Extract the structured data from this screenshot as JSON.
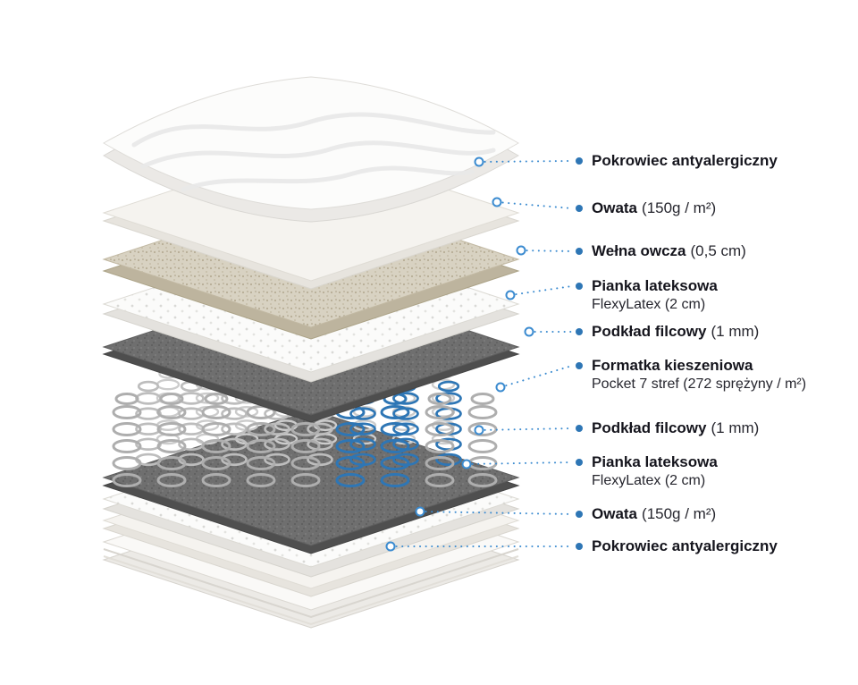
{
  "diagram": {
    "colors": {
      "accent": "#3b8bd0",
      "spring_highlight": "#2e76b5",
      "background": "#ffffff"
    },
    "labels": [
      {
        "name": "Pokrowiec antyalergiczny",
        "detail": "",
        "line2": ""
      },
      {
        "name": "Owata",
        "detail": "(150g / m²)",
        "line2": ""
      },
      {
        "name": "Wełna owcza",
        "detail": "(0,5 cm)",
        "line2": ""
      },
      {
        "name": "Pianka lateksowa",
        "detail": "",
        "line2": "FlexyLatex (2 cm)"
      },
      {
        "name": "Podkład filcowy",
        "detail": "(1 mm)",
        "line2": ""
      },
      {
        "name": "Formatka kieszeniowa",
        "detail": "",
        "line2": "Pocket 7 stref (272 sprężyny / m²)"
      },
      {
        "name": "Podkład filcowy",
        "detail": "(1 mm)",
        "line2": ""
      },
      {
        "name": "Pianka lateksowa",
        "detail": "",
        "line2": "FlexyLatex (2 cm)"
      },
      {
        "name": "Owata",
        "detail": "(150g / m²)",
        "line2": ""
      },
      {
        "name": "Pokrowiec antyalergiczny",
        "detail": "",
        "line2": ""
      }
    ]
  }
}
